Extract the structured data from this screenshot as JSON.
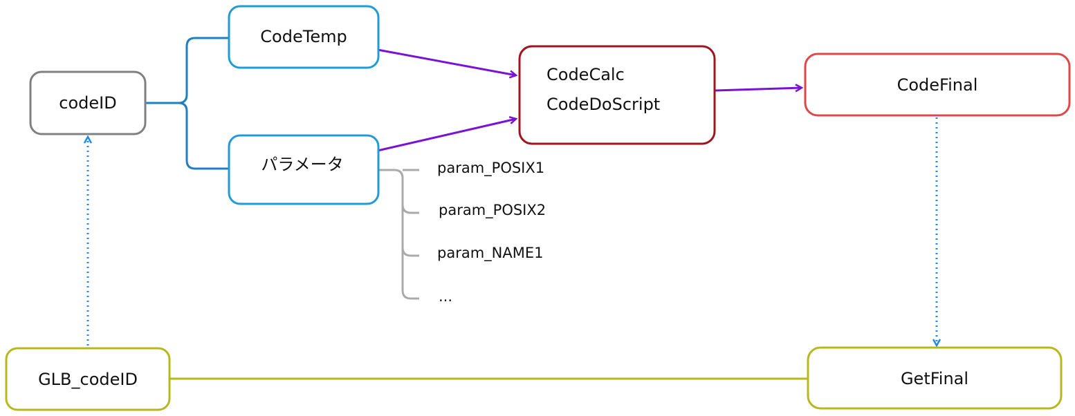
{
  "nodes": {
    "code_id": "codeID",
    "code_temp": "CodeTemp",
    "parameter": "パラメータ",
    "code_calc": [
      "CodeCalc",
      "CodeDoScript"
    ],
    "code_final": "CodeFinal",
    "glb_code_id": "GLB_codeID",
    "get_final": "GetFinal"
  },
  "params": [
    "param_POSIX1",
    "param_POSIX2",
    "param_NAME1",
    "..."
  ],
  "colors": {
    "gray": "#808080",
    "blue": "#1f9bd6",
    "purple": "#7a12d4",
    "dark_red": "#a0141e",
    "red": "#e04848",
    "olive": "#b7b81e",
    "dotted_blue": "#1e88f0",
    "param_gray": "#aaaaaa"
  }
}
